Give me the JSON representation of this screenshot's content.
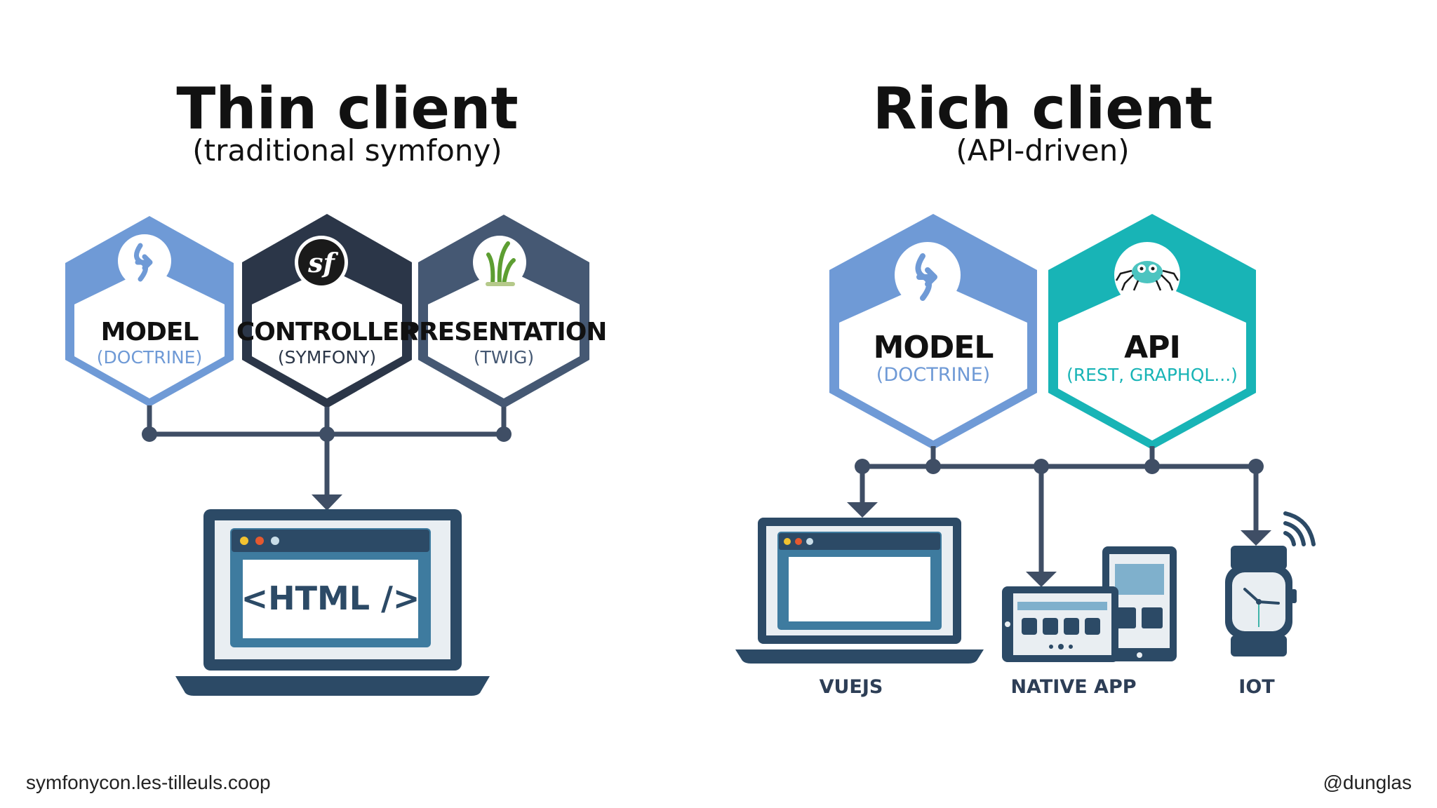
{
  "colors": {
    "model": "#6f9ad6",
    "controller": "#2b3648",
    "presentation": "#455873",
    "api": "#18b4b6",
    "connector": "#3f4e65",
    "device_dark": "#2c4a66",
    "device_mid": "#3e7b9f"
  },
  "thin": {
    "title": "Thin client",
    "subtitle": "(traditional symfony)",
    "model": {
      "label": "MODEL",
      "sub": "(DOCTRINE)",
      "icon": "doctrine-logo"
    },
    "controller": {
      "label": "CONTROLLER",
      "sub": "(SYMFONY)",
      "icon": "symfony-logo"
    },
    "presentation": {
      "label": "PRESENTATION",
      "sub": "(TWIG)",
      "icon": "twig-logo"
    },
    "laptop_text": "<HTML />"
  },
  "rich": {
    "title": "Rich client",
    "subtitle": "(API-driven)",
    "model": {
      "label": "MODEL",
      "sub": "(DOCTRINE)",
      "icon": "doctrine-logo"
    },
    "api": {
      "label": "API",
      "sub": "(REST, GRAPHQL...)",
      "icon": "api-platform-spider-logo"
    },
    "devices": [
      {
        "label": "VUEJS",
        "icon": "laptop-icon"
      },
      {
        "label": "NATIVE APP",
        "icon": "tablet-phone-icon"
      },
      {
        "label": "IOT",
        "icon": "smartwatch-icon"
      }
    ]
  },
  "footer": {
    "left": "symfonycon.les-tilleuls.coop",
    "right": "@dunglas"
  }
}
